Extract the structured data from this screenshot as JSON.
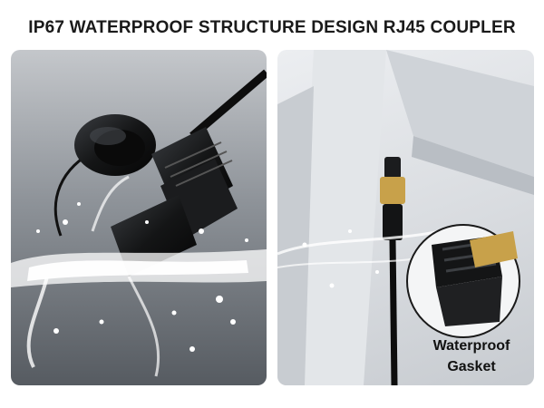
{
  "title": "IP67 WATERPROOF STRUCTURE DESIGN RJ45 COUPLER",
  "callout": {
    "line1": "Waterproof",
    "line2": "Gasket"
  }
}
